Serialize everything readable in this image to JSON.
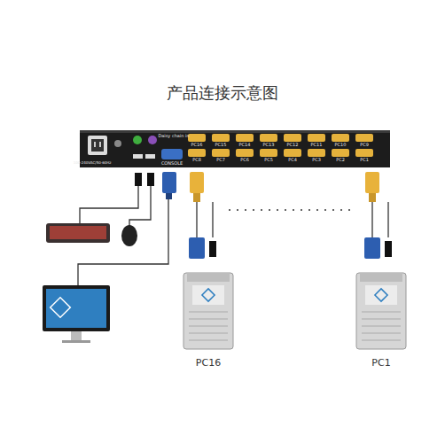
{
  "diagram": {
    "title": "产品连接示意图",
    "nodes": [
      {
        "text": [
          "PC16"
        ]
      },
      {
        "text": [
          "PC1"
        ]
      }
    ],
    "labels": [
      "100-240VAC/50-60Hz",
      "Daisy chain in",
      "CONSOLE",
      "PC16",
      "PC15",
      "PC14",
      "PC13",
      "PC12",
      "PC11",
      "PC10",
      "PC9",
      "PC8",
      "PC7",
      "PC6",
      "PC5",
      "PC4",
      "PC3",
      "PC2",
      "PC1"
    ]
  }
}
